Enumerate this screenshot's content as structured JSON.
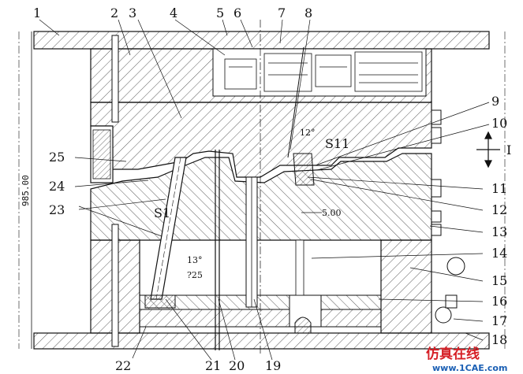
{
  "labels": [
    "1",
    "2",
    "3",
    "4",
    "5",
    "6",
    "7",
    "8",
    "9",
    "10",
    "11",
    "12",
    "13",
    "14",
    "15",
    "16",
    "17",
    "18",
    "19",
    "20",
    "21",
    "22",
    "23",
    "24",
    "25"
  ],
  "annotations": {
    "overall_height": "985.00",
    "angle_top": "12°",
    "section_s11": "S11",
    "section_s1": "S1",
    "offset": "5.00",
    "angle_lifter": "13°",
    "angle_lifter_2": "?25",
    "detail_mark": "I"
  },
  "watermark": {
    "line1": "仿真在线",
    "line2": "www.1CAE.com"
  },
  "colors": {
    "line": "#111111",
    "hatch": "#222222",
    "watermark_red": "#d61f26",
    "watermark_blue": "#1a5fb4"
  }
}
